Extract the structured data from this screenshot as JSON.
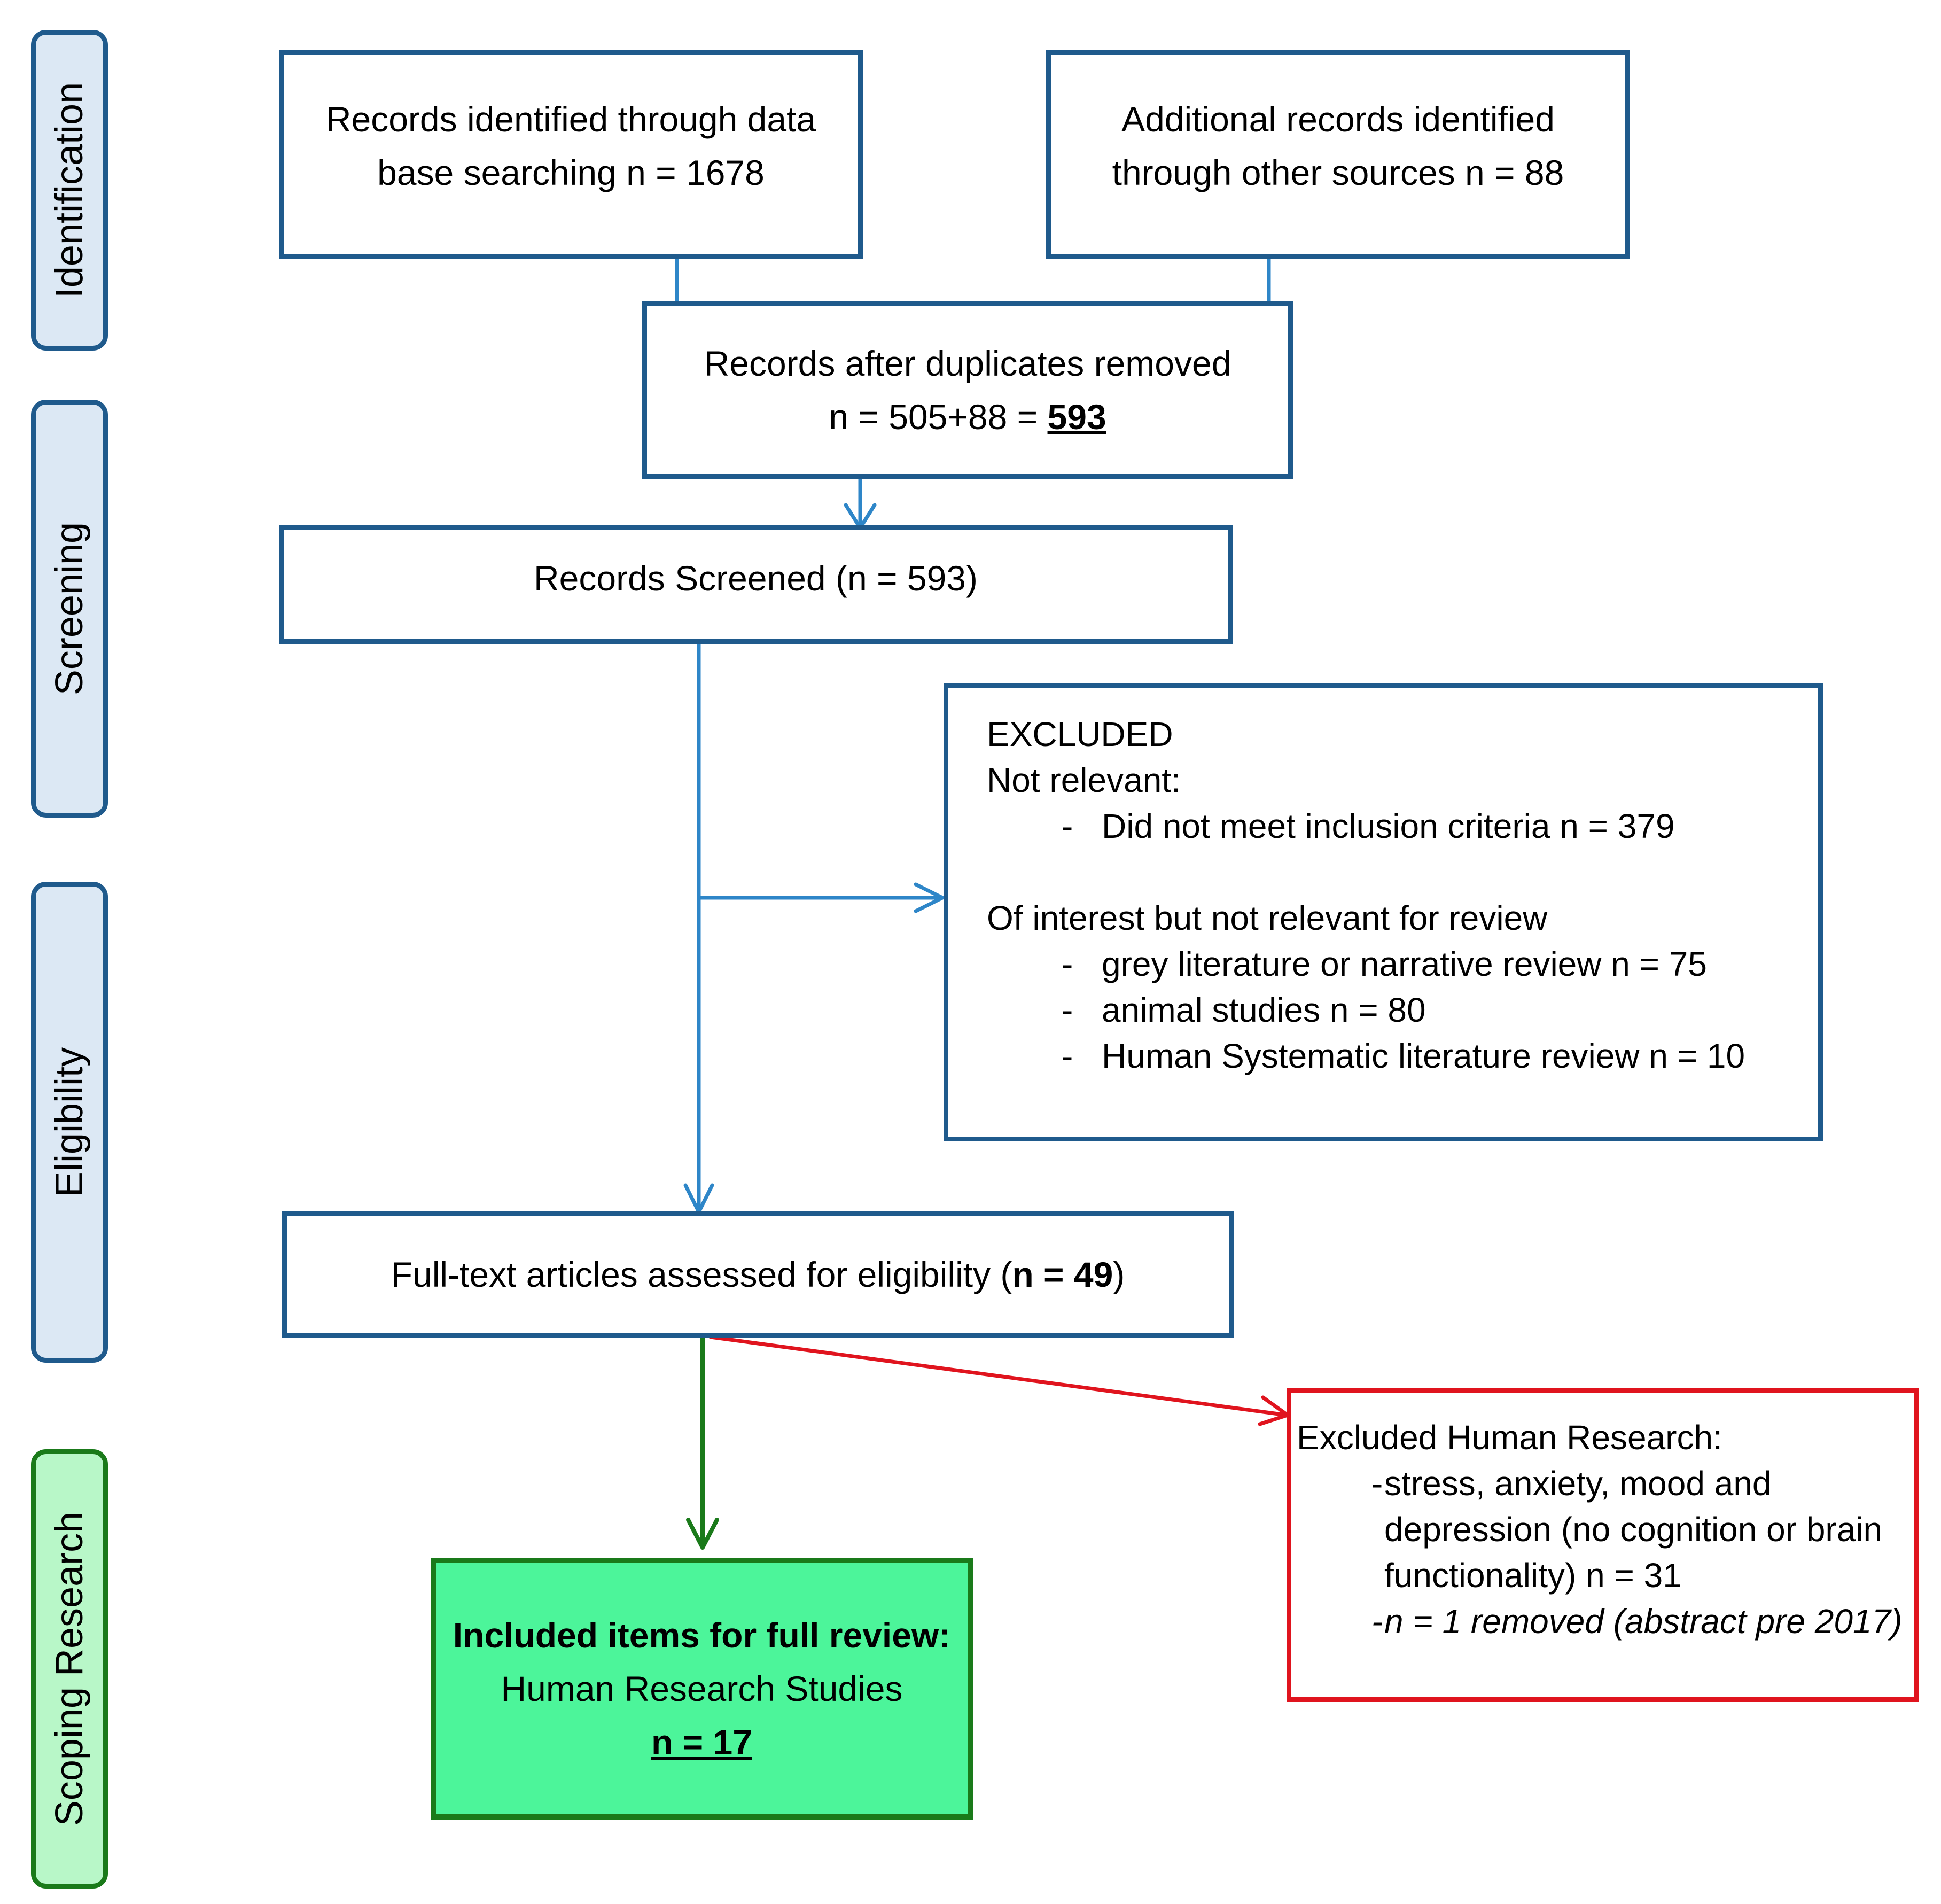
{
  "phases": {
    "identification": "Identification",
    "screening": "Screening",
    "eligibility": "Eligibility",
    "scoping": "Scoping Research"
  },
  "box_db": {
    "line1": "Records identified through data",
    "line2": "base searching n = 1678"
  },
  "box_other": {
    "line1": "Additional records identified",
    "line2": "through other sources n = 88"
  },
  "box_dedup": {
    "line1": "Records after duplicates removed",
    "line2_prefix": "n = 505+88 = ",
    "line2_value": "593"
  },
  "box_screened": {
    "text": "Records Screened (n = 593)"
  },
  "box_excluded": {
    "heading": "EXCLUDED",
    "not_relevant": "Not relevant:",
    "item1": "Did not meet inclusion criteria n = 379",
    "of_interest": "Of interest but not relevant for review",
    "item2": "grey literature or narrative review n = 75",
    "item3": "animal studies n = 80",
    "item4": "Human Systematic literature review n = 10"
  },
  "box_fulltext": {
    "prefix": "Full-text articles assessed for eligibility (",
    "value": "n = 49",
    "suffix": ")"
  },
  "box_excluded_human": {
    "heading": "Excluded Human Research:",
    "item1_line1": "stress, anxiety, mood and",
    "item1_line2": "depression (no cognition or brain",
    "item1_line3": "functionality) n = 31",
    "item2": "n = 1 removed (abstract pre 2017)"
  },
  "box_included": {
    "line1": "Included items for full review:",
    "line2": "Human Research Studies",
    "line3": "n = 17"
  },
  "colors": {
    "blue_border": "#1f5a8c",
    "arrow_blue": "#2e86c8",
    "phase_fill": "#dce8f4",
    "green_border": "#1a7a1a",
    "green_fill": "#4cf59a",
    "scoping_fill": "#b8f7c8",
    "red": "#e0141e"
  }
}
